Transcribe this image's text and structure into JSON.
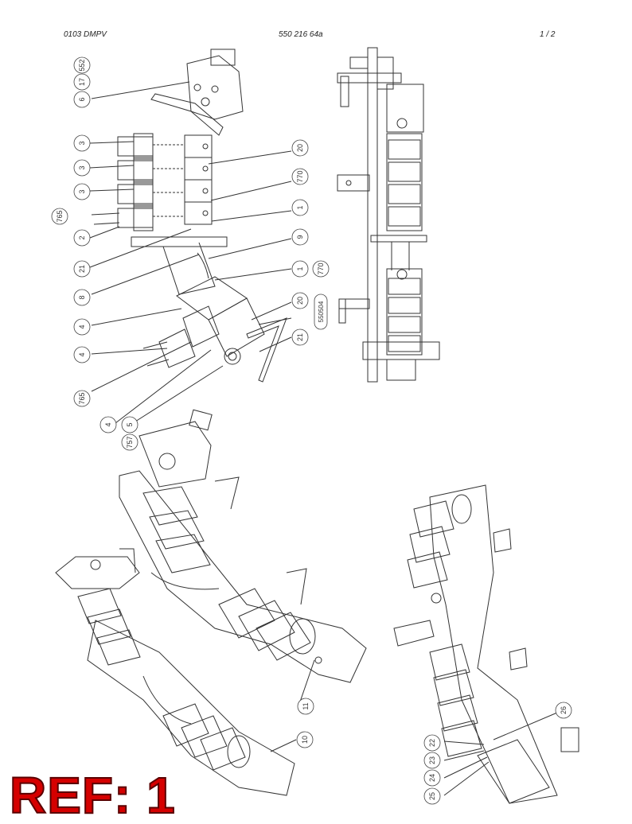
{
  "header": {
    "left": "0103 DMPV",
    "center": "550 216 64a",
    "right": "1 /   2"
  },
  "balloons": {
    "top_left": [
      "552",
      "17",
      "6",
      "3",
      "3",
      "3",
      "765",
      "2",
      "21",
      "8",
      "4",
      "4",
      "765",
      "4",
      "757",
      "5"
    ],
    "top_right": [
      "20",
      "770",
      "1",
      "9",
      "1",
      "770",
      "20",
      "550504",
      "21"
    ],
    "iso_left": [
      "11",
      "10"
    ],
    "iso_right": [
      "26",
      "22",
      "23",
      "24",
      "25"
    ]
  },
  "ref_label": "REF: 1",
  "colors": {
    "line": "#333333",
    "ref": "#d50000"
  }
}
